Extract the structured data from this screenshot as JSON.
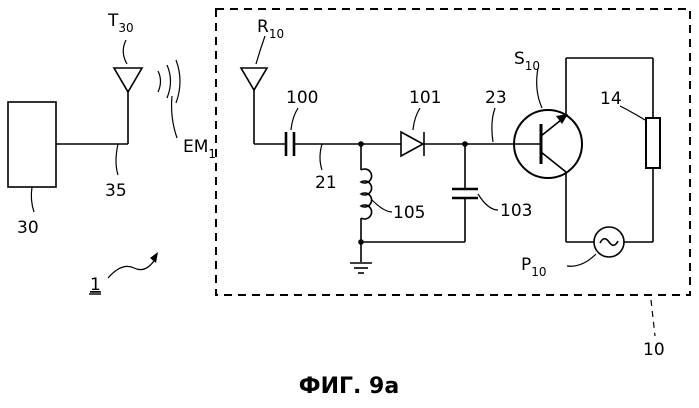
{
  "labels": {
    "t30": "T",
    "t30_sub": "30",
    "r10": "R",
    "r10_sub": "10",
    "s10": "S",
    "s10_sub": "10",
    "p10": "P",
    "p10_sub": "10",
    "em1": "EM",
    "em1_sub": "1",
    "n30": "30",
    "n35": "35",
    "n1": "1",
    "n100": "100",
    "n101": "101",
    "n23": "23",
    "n14": "14",
    "n21": "21",
    "n105": "105",
    "n103": "103",
    "n10": "10"
  },
  "caption": "ФИГ. 9а"
}
